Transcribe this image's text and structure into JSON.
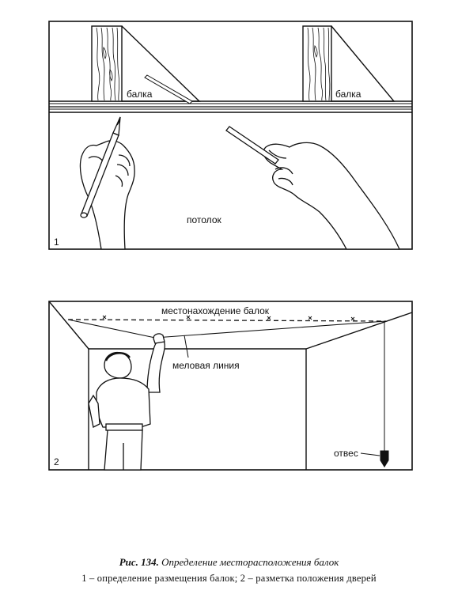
{
  "panel1": {
    "number": "1",
    "beam_label_left": "балка",
    "beam_label_right": "балка",
    "ceiling_label": "потолок"
  },
  "panel2": {
    "number": "2",
    "beams_location_label": "местонахождение балок",
    "chalk_line_label": "меловая линия",
    "plumb_label": "отвес"
  },
  "caption": {
    "fig_number": "Рис. 134.",
    "title": "Определение месторасположения балок",
    "legend": "1 – определение размещения балок; 2 – разметка положения дверей"
  }
}
